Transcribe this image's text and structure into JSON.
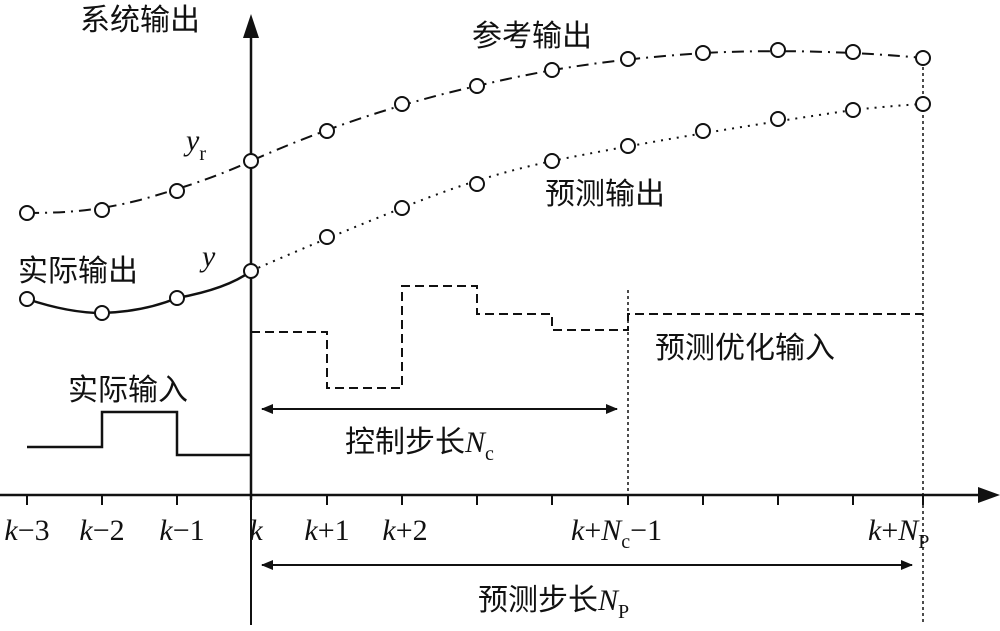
{
  "labels": {
    "y_axis": "系统输出",
    "reference_output": "参考输出",
    "predicted_output": "预测输出",
    "actual_output": "实际输出",
    "actual_input": "实际输入",
    "predicted_optimal_input": "预测优化输入",
    "control_horizon": "控制步长",
    "prediction_horizon": "预测步长",
    "yr_symbol": "y",
    "yr_sub": "r",
    "y_symbol": "y",
    "nc_symbol": "N",
    "nc_sub": "c",
    "np_symbol": "N",
    "np_sub": "P"
  },
  "ticks": {
    "k_minus_3": {
      "k": "k",
      "rest": "−3"
    },
    "k_minus_2": {
      "k": "k",
      "rest": "−2"
    },
    "k_minus_1": {
      "k": "k",
      "rest": "−1"
    },
    "k": {
      "k": "k"
    },
    "k_plus_1": {
      "k": "k",
      "rest": "+1"
    },
    "k_plus_2": {
      "k": "k",
      "rest": "+2"
    },
    "k_plus_nc_minus_1": {
      "k": "k",
      "mid": "+",
      "N": "N",
      "sub": "c",
      "rest": "−1"
    },
    "k_plus_np": {
      "k": "k",
      "mid": "+",
      "N": "N",
      "sub": "P"
    }
  }
}
